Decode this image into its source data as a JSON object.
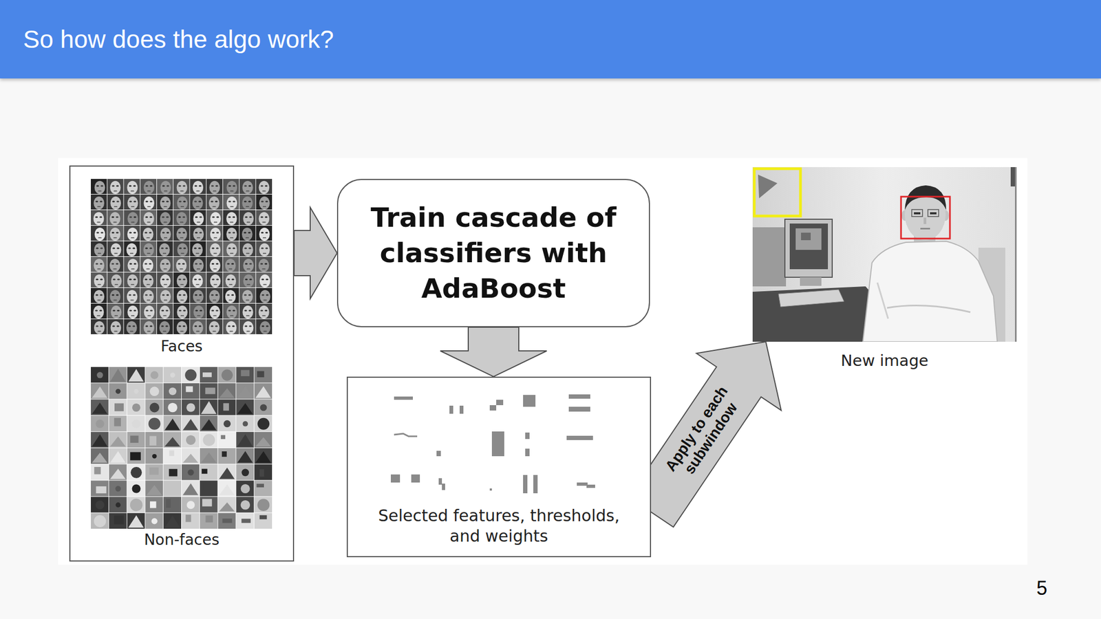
{
  "diagram": {
    "title": "So how does the algo work?",
    "nodes": [
      {
        "text": [
          "Faces",
          "Non-faces"
        ]
      },
      {
        "text": [
          "Train cascade of classifiers with AdaBoost"
        ]
      },
      {
        "text": [
          "Selected features, thresholds, and weights"
        ]
      },
      {
        "text": [
          "New image"
        ]
      }
    ],
    "edges": [
      {
        "from": 0,
        "to": 1,
        "arrow": "to"
      },
      {
        "from": 1,
        "to": 2,
        "arrow": "to"
      },
      {
        "from": 2,
        "to": 3,
        "label": "Apply to each subwindow",
        "arrow": "to"
      }
    ],
    "labels": [
      "5"
    ]
  }
}
